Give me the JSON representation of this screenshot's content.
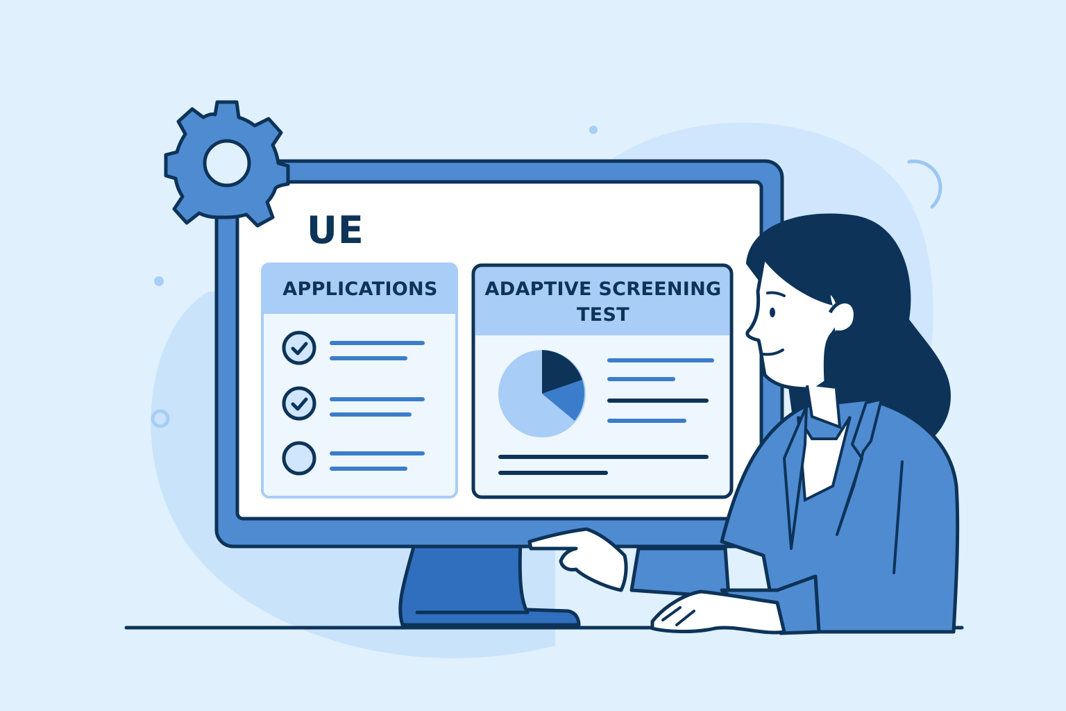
{
  "app": {
    "brand": "UE"
  },
  "panels": {
    "applications": {
      "title": "APPLICATIONS",
      "items": [
        {
          "status": "completed",
          "icon": "check-circle-icon"
        },
        {
          "status": "completed",
          "icon": "check-circle-icon"
        },
        {
          "status": "pending",
          "icon": "empty-circle-icon"
        }
      ]
    },
    "adaptive_test": {
      "title_line1": "ADAPTIVE SCREENING",
      "title_line2": "TEST",
      "pie_chart": {
        "slices": [
          {
            "label": "segment-1",
            "share": 0.2,
            "color": "#0d3358"
          },
          {
            "label": "segment-2",
            "share": 0.15,
            "color": "#3b7dca"
          },
          {
            "label": "segment-3",
            "share": 0.65,
            "color": "#a8cdf6"
          }
        ]
      }
    }
  },
  "colors": {
    "background": "#e0f0fd",
    "monitor_frame": "#4f8bd1",
    "outline": "#0d3358",
    "panel_header": "#a8cdf6",
    "panel_body": "#eef6fe",
    "accent_line": "#3b7dca"
  }
}
